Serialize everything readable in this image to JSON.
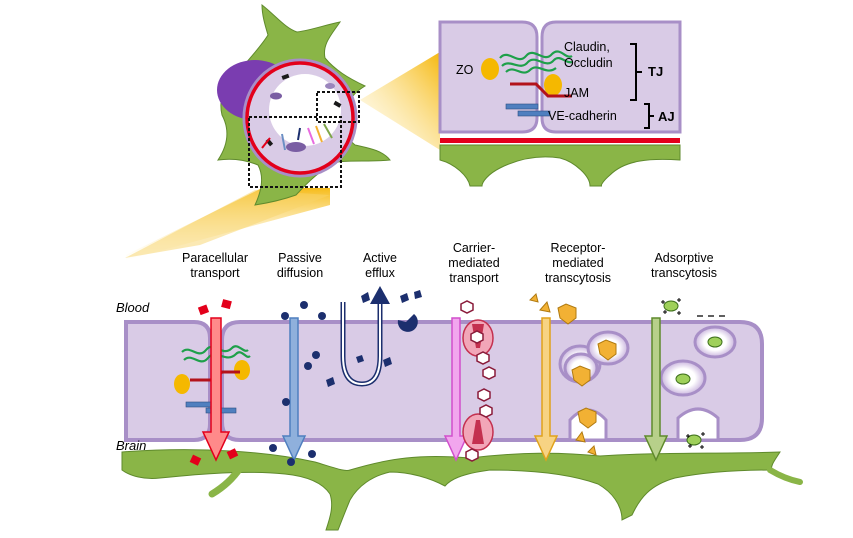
{
  "sides": {
    "top": "Blood",
    "bottom": "Brain"
  },
  "junctions": {
    "zo": "ZO",
    "claudin": "Claudin,",
    "occludin": "Occludin",
    "jam": "JAM",
    "ve_cadherin": "VE-cadherin",
    "tj": "TJ",
    "aj": "AJ"
  },
  "pathways": [
    {
      "line1": "Paracellular",
      "line2": "transport",
      "line3": "",
      "color": "#ff5b5b"
    },
    {
      "line1": "Passive",
      "line2": "diffusion",
      "line3": "",
      "color": "#6b8fc4"
    },
    {
      "line1": "Active",
      "line2": "efflux",
      "line3": "",
      "color": "#1c2f6e"
    },
    {
      "line1": "Carrier-",
      "line2": "mediated",
      "line3": "transport",
      "color": "#e86be0"
    },
    {
      "line1": "Receptor-",
      "line2": "mediated",
      "line3": "transcytosis",
      "color": "#f2b134"
    },
    {
      "line1": "Adsorptive",
      "line2": "transcytosis",
      "line3": "",
      "color": "#7fa64a"
    }
  ],
  "colors": {
    "endothelium": "#d9cbe6",
    "endothelium_border": "#a88fc7",
    "astrocyte": "#8ab547",
    "pericyte": "#7a3db0",
    "basement_membrane": "#e3001b",
    "claudin": "#1ea04a",
    "jam": "#b3121b",
    "zo": "#f5b800",
    "cadherin": "#4f7fbf",
    "zoom_cone": "#f7c948"
  }
}
